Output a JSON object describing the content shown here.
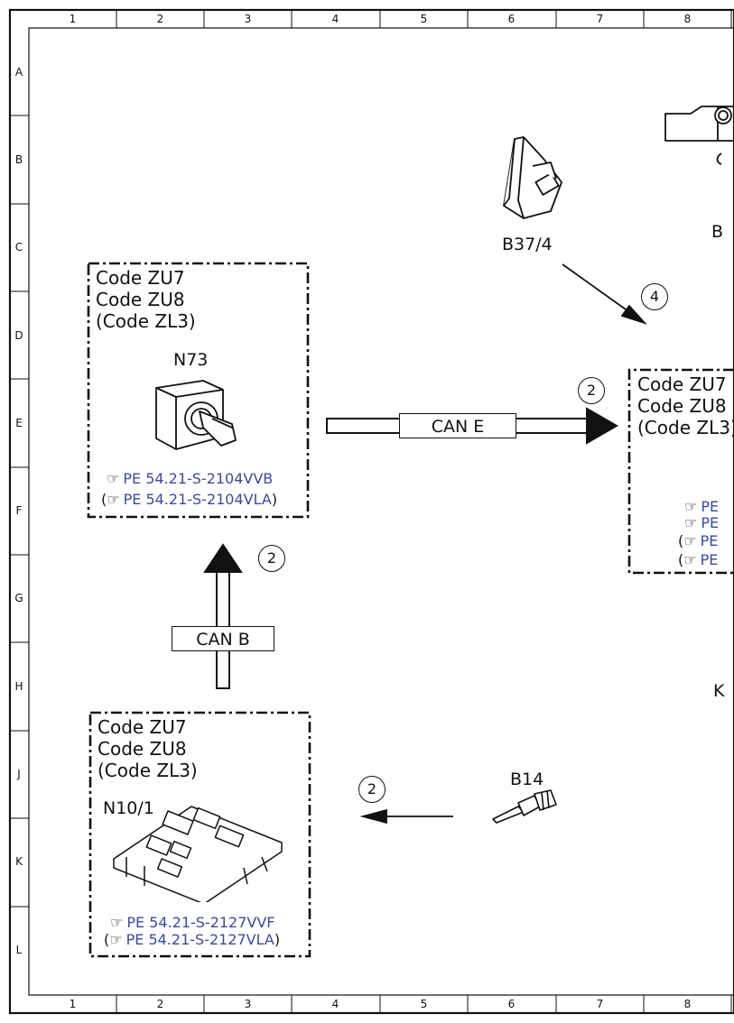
{
  "grid": {
    "columns": [
      "1",
      "2",
      "3",
      "4",
      "5",
      "6",
      "7",
      "8"
    ],
    "rows": [
      "A",
      "B",
      "C",
      "D",
      "E",
      "F",
      "G",
      "H",
      "J",
      "K",
      "L"
    ]
  },
  "module_n73": {
    "codes": [
      "Code ZU7",
      "Code ZU8",
      "(Code ZL3)"
    ],
    "component": "N73",
    "refs": [
      {
        "prefix": "",
        "text": "PE 54.21-S-2104VVB",
        "suffix": ""
      },
      {
        "prefix": "(",
        "text": "PE 54.21-S-2104VLA",
        "suffix": ")"
      }
    ]
  },
  "module_n10": {
    "codes": [
      "Code ZU7",
      "Code ZU8",
      "(Code ZL3)"
    ],
    "component": "N10/1",
    "refs": [
      {
        "prefix": "",
        "text": "PE 54.21-S-2127VVF",
        "suffix": ""
      },
      {
        "prefix": "(",
        "text": "PE 54.21-S-2127VLA",
        "suffix": ")"
      }
    ]
  },
  "module_right": {
    "codes": [
      "Code ZU7",
      "Code ZU8",
      "(Code ZL3)"
    ],
    "refs": [
      {
        "prefix": "",
        "text": "PE",
        "suffix": ""
      },
      {
        "prefix": "",
        "text": "PE",
        "suffix": ""
      },
      {
        "prefix": "(",
        "text": "PE",
        "suffix": ""
      },
      {
        "prefix": "(",
        "text": "PE",
        "suffix": ""
      }
    ]
  },
  "components": {
    "b37_4": "B37/4",
    "b14": "B14",
    "b_partial": "B",
    "k_partial": "K"
  },
  "buses": {
    "can_e": "CAN E",
    "can_b": "CAN B"
  },
  "markers": {
    "can_e": "2",
    "can_b": "2",
    "b14": "2",
    "b37": "4"
  },
  "colors": {
    "reference_link": "#3a4aa0",
    "line": "#111111"
  }
}
